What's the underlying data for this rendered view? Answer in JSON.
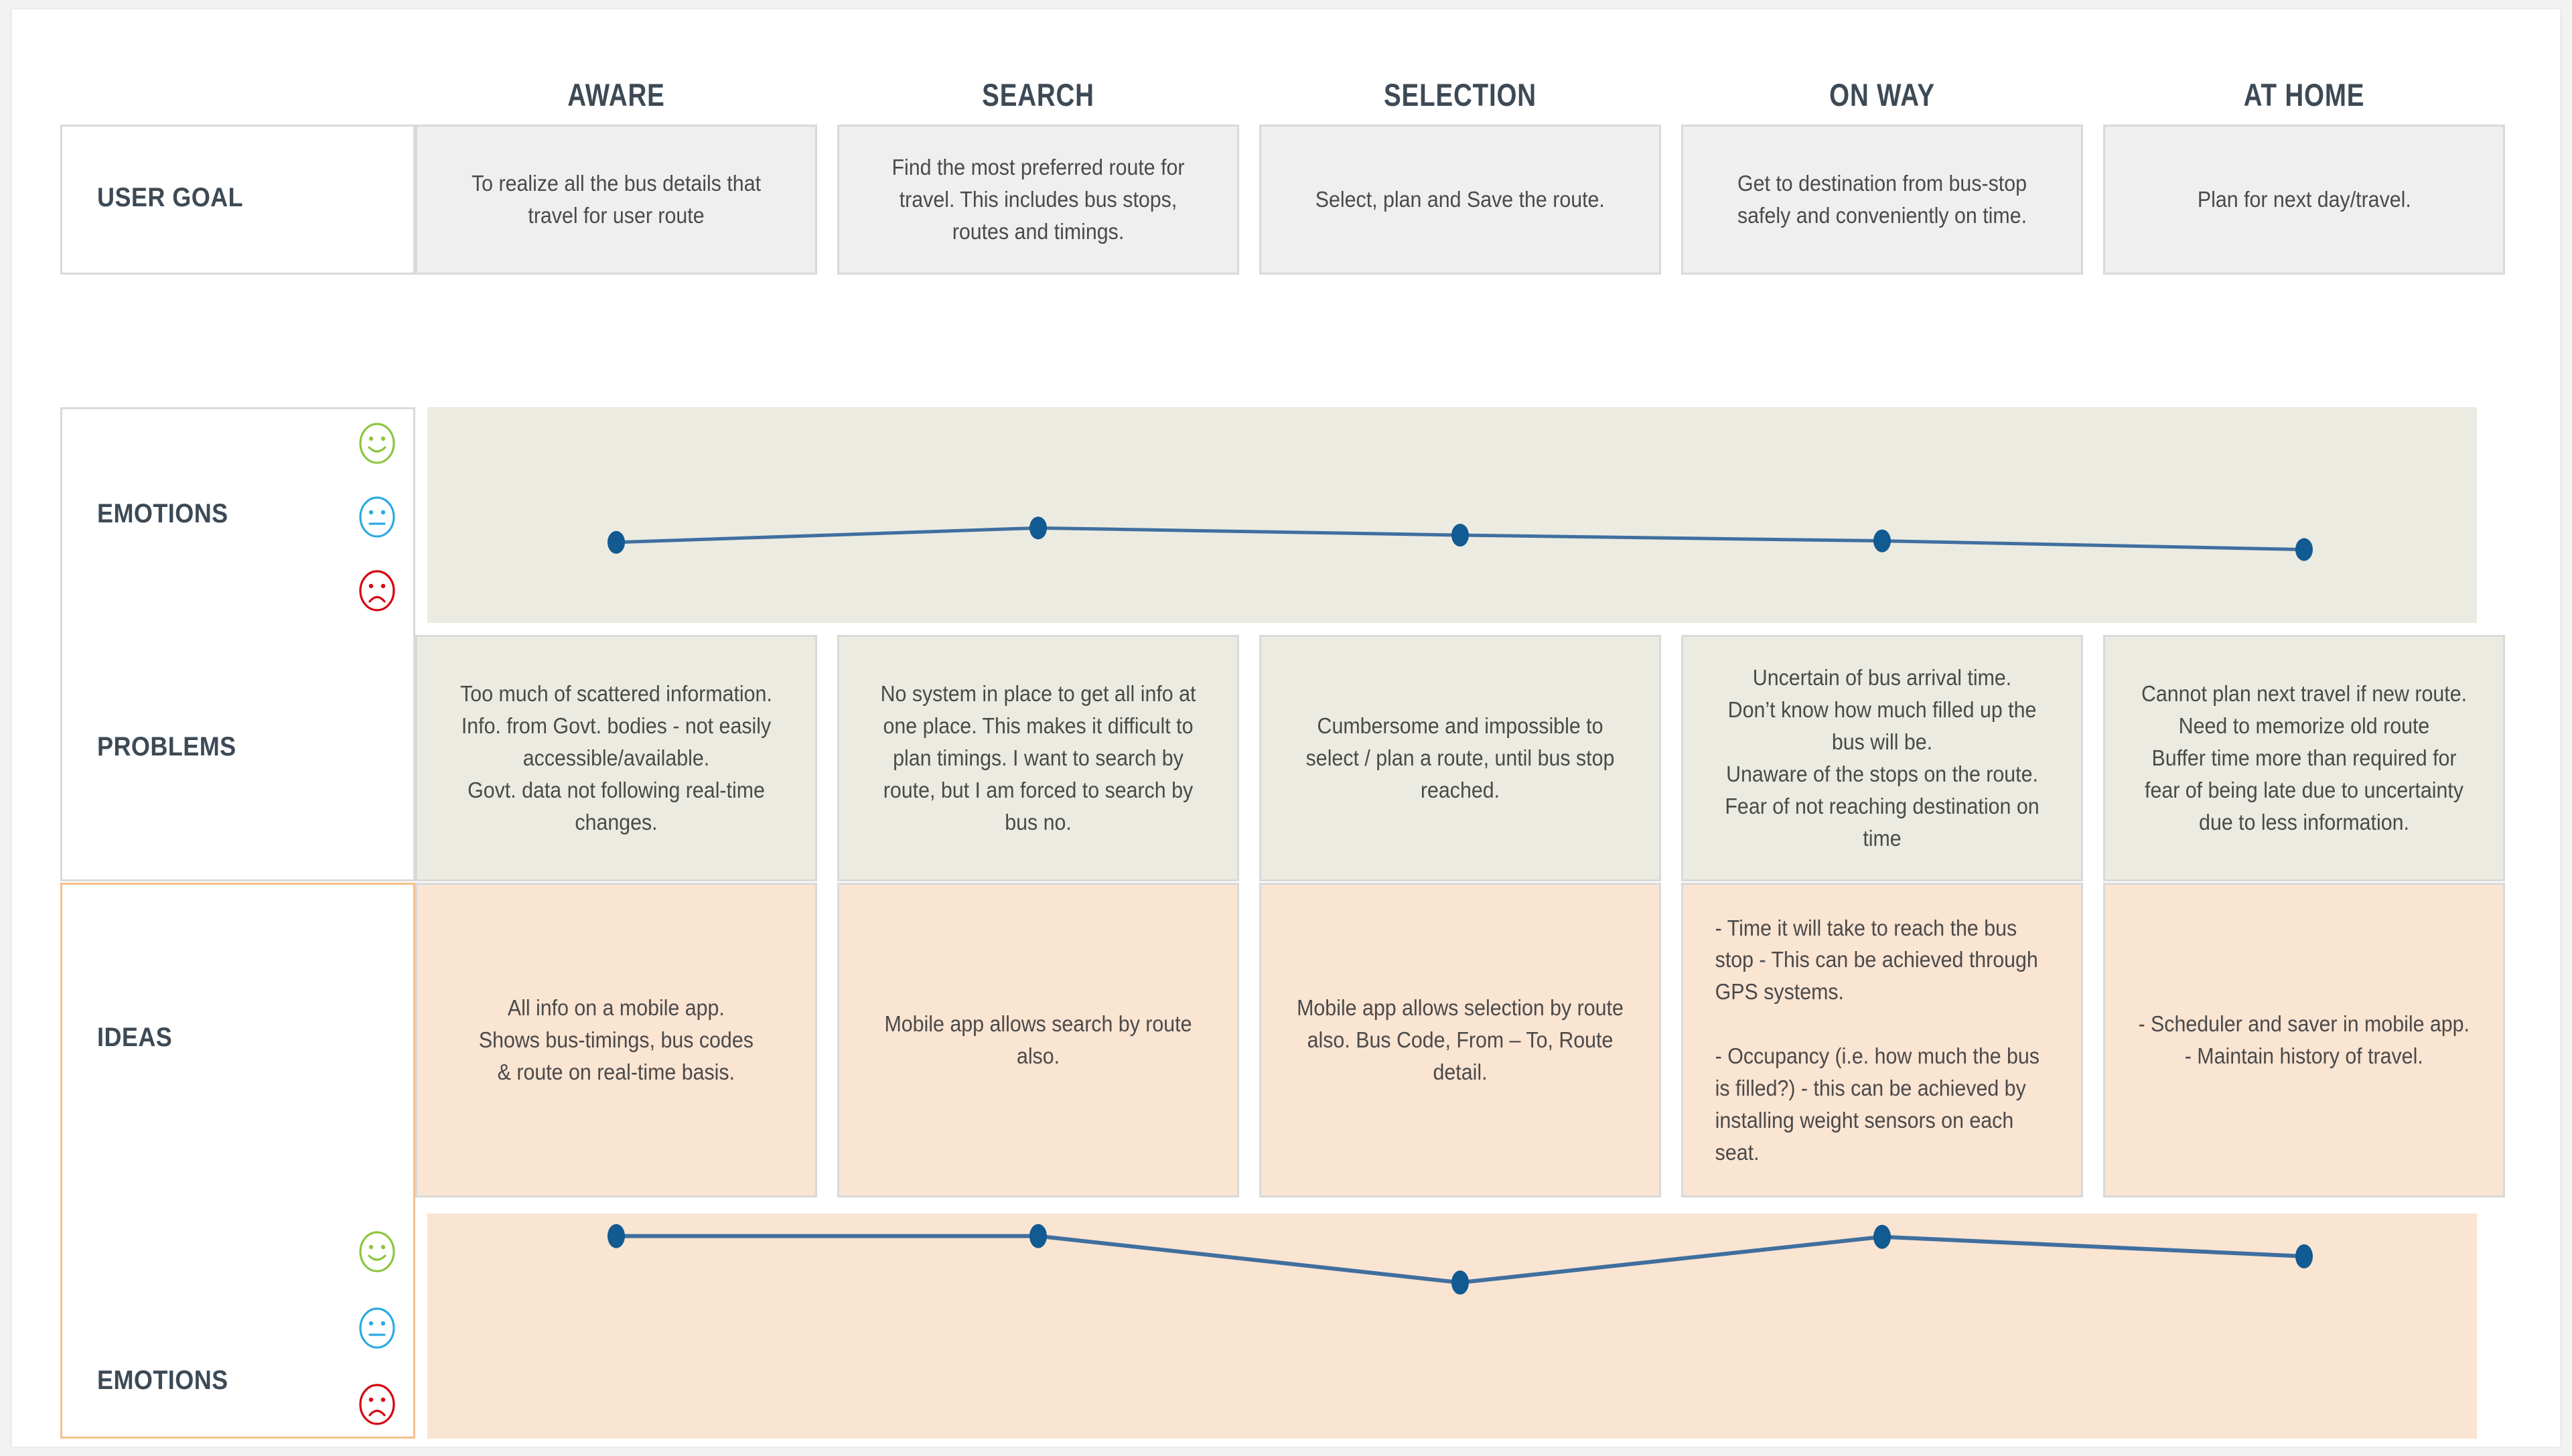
{
  "stages": [
    {
      "id": "aware",
      "label": "AWARE"
    },
    {
      "id": "search",
      "label": "SEARCH"
    },
    {
      "id": "selection",
      "label": "SELECTION"
    },
    {
      "id": "onway",
      "label": "ON WAY"
    },
    {
      "id": "athome",
      "label": "AT HOME"
    }
  ],
  "rows": {
    "user_goal": {
      "label": "USER GOAL",
      "cells": [
        "To realize all the bus details that travel for user route",
        "Find the most preferred route for travel. This includes bus stops, routes and timings.",
        "Select, plan and Save the route.",
        "Get to destination from bus-stop safely and conveniently on time.",
        "Plan for next day/travel."
      ]
    },
    "emotions_top": {
      "label": "EMOTIONS",
      "icons": [
        {
          "name": "happy-face-icon",
          "color": "#8cc63f",
          "mood": "happy"
        },
        {
          "name": "neutral-face-icon",
          "color": "#29abe2",
          "mood": "neutral"
        },
        {
          "name": "sad-face-icon",
          "color": "#d6000f",
          "mood": "sad"
        }
      ]
    },
    "problems": {
      "label": "PROBLEMS",
      "cells": [
        "Too much of scattered information. Info. from Govt. bodies - not easily accessible/available.\nGovt. data not following real-time changes.",
        "No system in place to get all info at one place. This makes it difficult to plan timings. I want to search by route, but I am forced to search by bus no.",
        "Cumbersome and impossible to select / plan a route, until bus stop reached.",
        "Uncertain of bus arrival time.\nDon’t know how much filled up the bus will be.\nUnaware of the stops on the route.\nFear of not reaching destination on time",
        "Cannot plan next travel if new route.\nNeed to memorize old route\nBuffer time more than required for fear of being late due to uncertainty due to less information."
      ]
    },
    "ideas": {
      "label": "IDEAS",
      "cells": [
        "All info on a mobile app.\nShows bus-timings, bus codes\n& route on real-time basis.",
        "Mobile app allows search by route also.",
        "Mobile app allows selection by route also. Bus Code,  From – To,  Route detail.",
        "- Time it will take to reach the bus stop  - This can be achieved through GPS systems.\n\n- Occupancy (i.e. how much the bus is filled?)    - this can be achieved by installing weight sensors on each seat.",
        "- Scheduler and saver in mobile app.\n- Maintain history of travel."
      ],
      "align": [
        "center",
        "center",
        "center",
        "left",
        "center"
      ]
    },
    "emotions_bottom": {
      "label": "EMOTIONS",
      "icons": [
        {
          "name": "happy-face-icon",
          "color": "#8cc63f",
          "mood": "happy"
        },
        {
          "name": "neutral-face-icon",
          "color": "#29abe2",
          "mood": "neutral"
        },
        {
          "name": "sad-face-icon",
          "color": "#d6000f",
          "mood": "sad"
        }
      ]
    }
  },
  "chart_data": [
    {
      "type": "line",
      "id": "emotions-current-state",
      "title": "EMOTIONS (current state)",
      "categories": [
        "AWARE",
        "SEARCH",
        "SELECTION",
        "ON WAY",
        "AT HOME"
      ],
      "y_levels": [
        "happy",
        "neutral",
        "sad"
      ],
      "values": [
        1.12,
        1.32,
        1.22,
        1.14,
        1.02
      ],
      "ylim": [
        0,
        3
      ],
      "grid": true,
      "legend": "none",
      "series_color": "#1f5c8b",
      "marker_color": "#115a92"
    },
    {
      "type": "line",
      "id": "emotions-future-state",
      "title": "EMOTIONS (future state)",
      "categories": [
        "AWARE",
        "SEARCH",
        "SELECTION",
        "ON WAY",
        "AT HOME"
      ],
      "y_levels": [
        "happy",
        "neutral",
        "sad"
      ],
      "values": [
        2.7,
        2.7,
        2.08,
        2.69,
        2.43
      ],
      "ylim": [
        0,
        3
      ],
      "grid": true,
      "legend": "none",
      "series_color": "#1f5c8b",
      "marker_color": "#115a92"
    }
  ],
  "colors": {
    "header_text": "#3d4a56",
    "card_border": "#d9d9d9",
    "grey_card": "#efefef",
    "beige_card": "#ecebe1",
    "peach_card": "#fae4d2",
    "orange_border": "#f5c08a",
    "line": "#3f6f9f",
    "marker": "#115a92",
    "happy": "#8cc63f",
    "neutral": "#29abe2",
    "sad": "#d6000f"
  }
}
